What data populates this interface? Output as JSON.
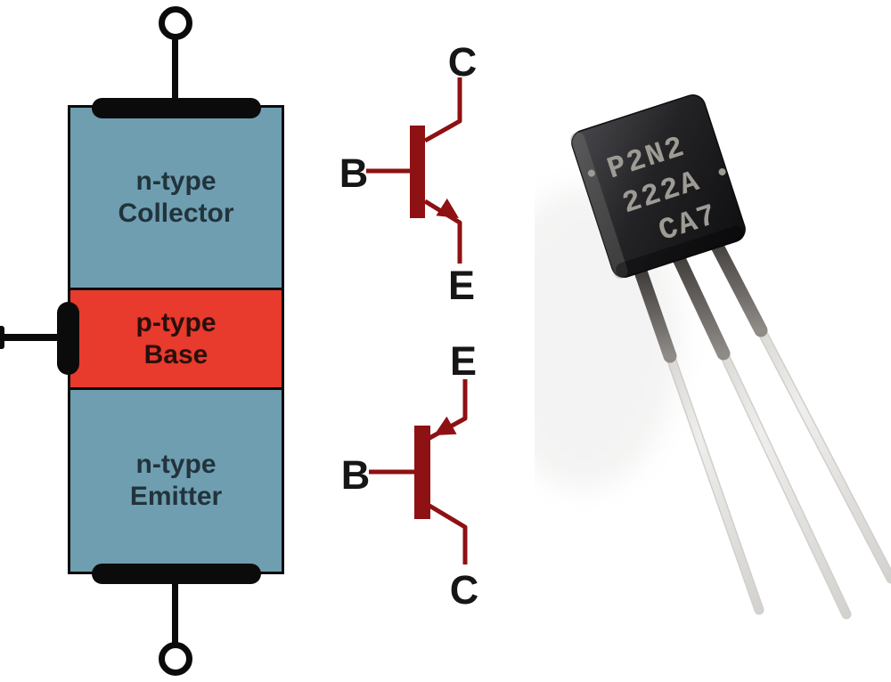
{
  "figure": {
    "layer_diagram": {
      "regions": [
        {
          "type_label": "n-type",
          "name_label": "Collector"
        },
        {
          "type_label": "p-type",
          "name_label": "Base"
        },
        {
          "type_label": "n-type",
          "name_label": "Emitter"
        }
      ]
    },
    "symbols": {
      "npn": {
        "top_terminal": "C",
        "base_terminal": "B",
        "bottom_terminal": "E"
      },
      "pnp": {
        "top_terminal": "E",
        "base_terminal": "B",
        "bottom_terminal": "C"
      }
    },
    "photo": {
      "marking_line1": "P2N2",
      "marking_line2": "222A",
      "marking_line3": "CA7"
    },
    "colors": {
      "n_region": "#6f9eb1",
      "p_region": "#e83a2d",
      "electrode": "#0b0b0b",
      "symbol_red": "#8e1113",
      "text_on_blue": "#22333c",
      "text_on_red": "#2a0f0b",
      "marking_gray": "#9e9b94"
    }
  }
}
